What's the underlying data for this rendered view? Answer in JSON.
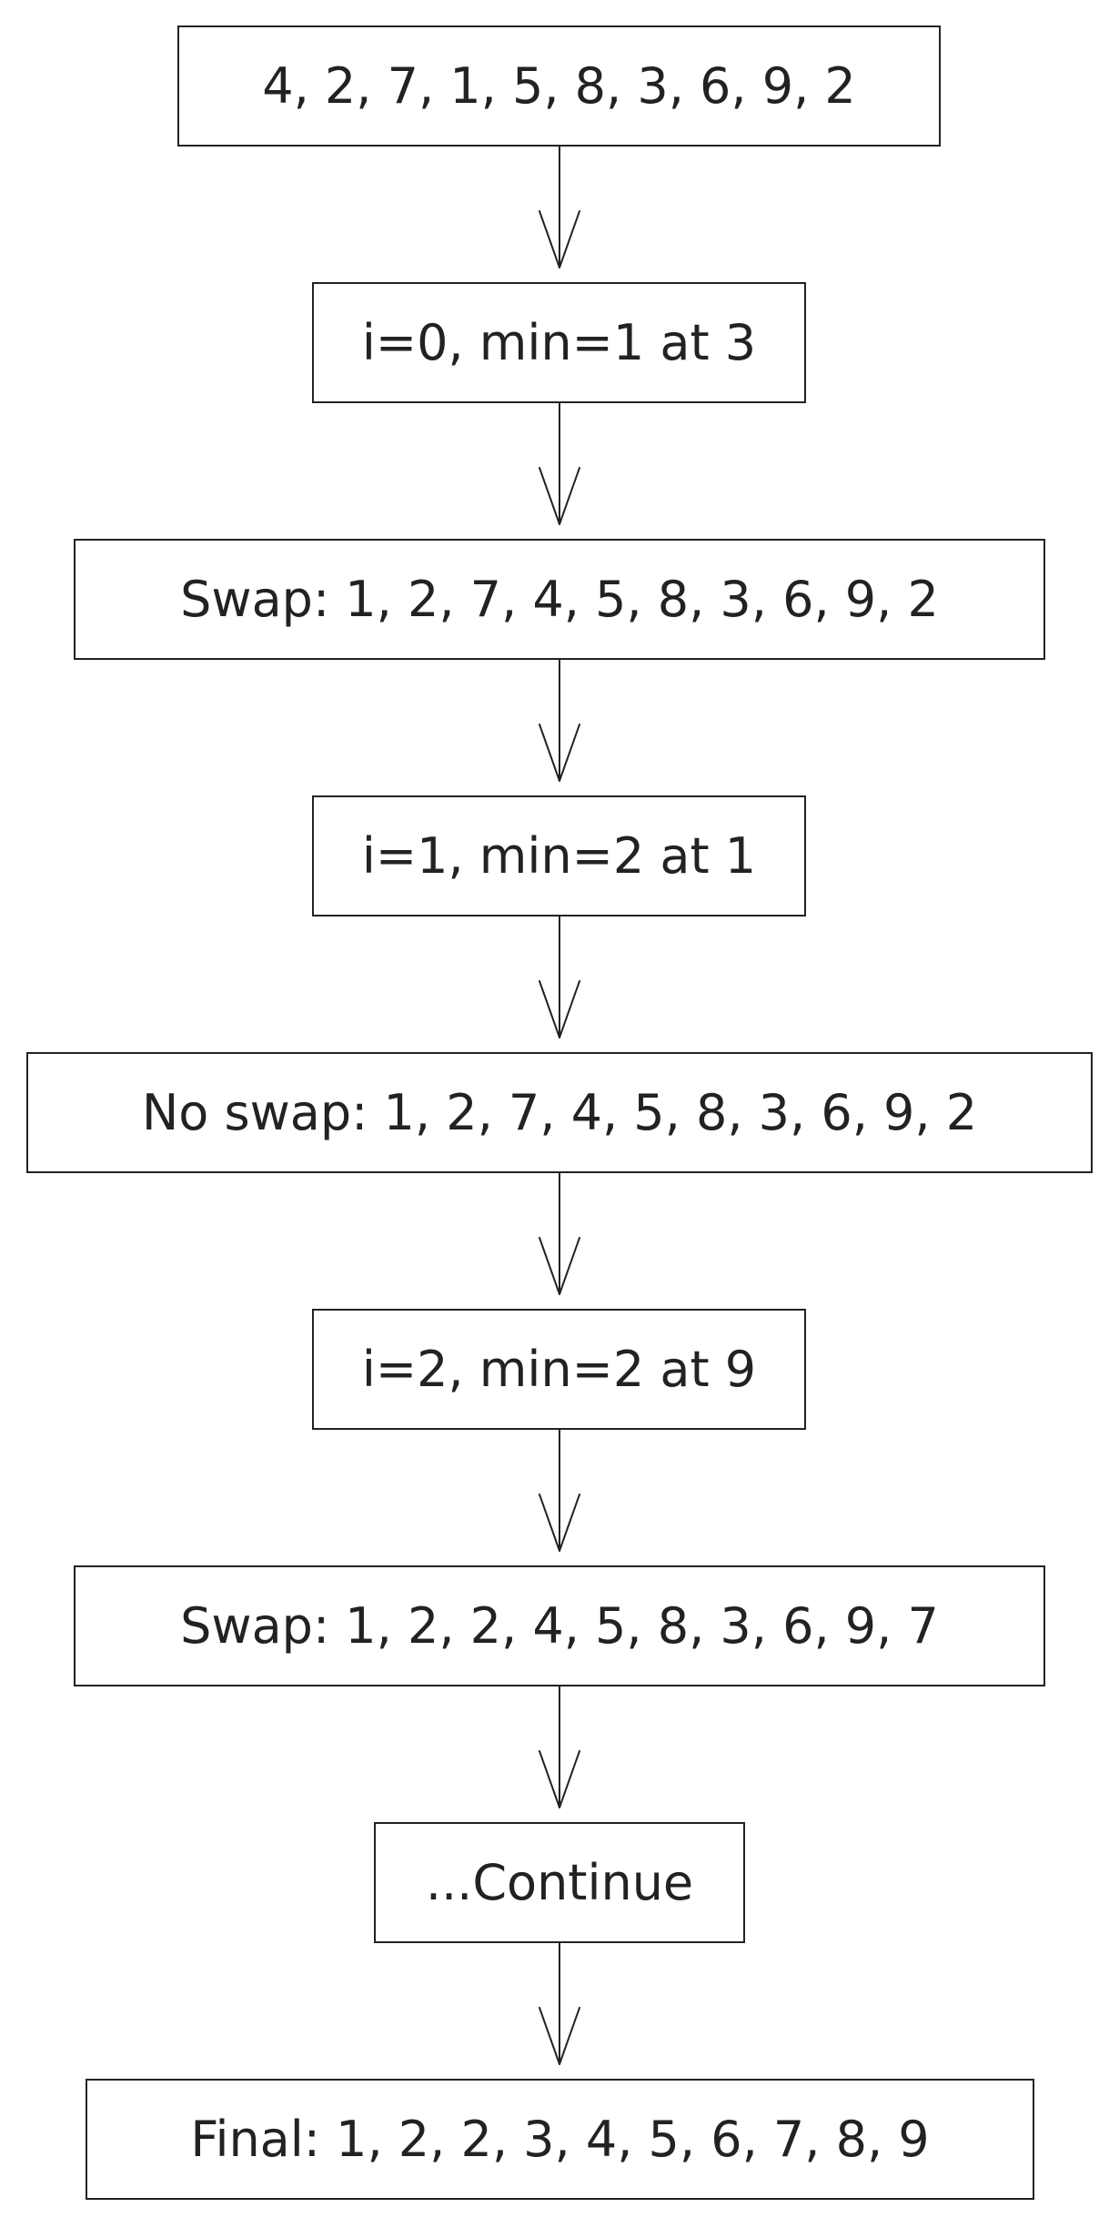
{
  "flowchart": {
    "steps": [
      {
        "label": "4, 2, 7, 1, 5, 8, 3, 6, 9, 2"
      },
      {
        "label": "i=0, min=1 at 3"
      },
      {
        "label": "Swap: 1, 2, 7, 4, 5, 8, 3, 6, 9, 2"
      },
      {
        "label": "i=1, min=2 at 1"
      },
      {
        "label": "No swap: 1, 2, 7, 4, 5, 8, 3, 6, 9, 2"
      },
      {
        "label": "i=2, min=2 at 9"
      },
      {
        "label": "Swap: 1, 2, 2, 4, 5, 8, 3, 6, 9, 7"
      },
      {
        "label": "...Continue"
      },
      {
        "label": "Final: 1, 2, 2, 3, 4, 5, 6, 7, 8, 9"
      }
    ],
    "colors": {
      "stroke": "#222222",
      "text": "#222222",
      "background": "#ffffff"
    }
  }
}
